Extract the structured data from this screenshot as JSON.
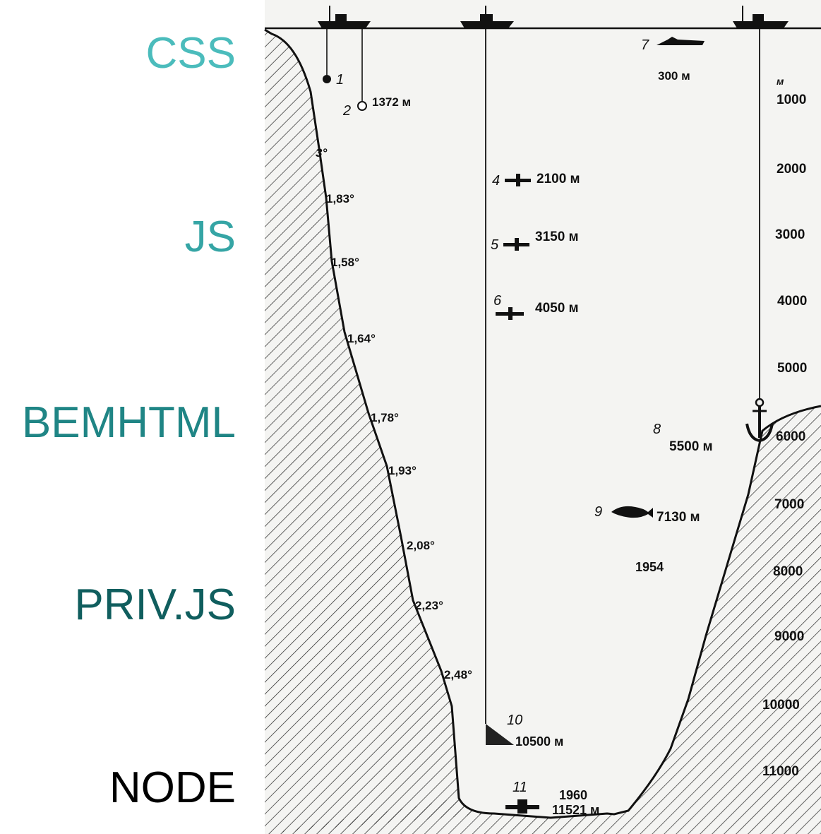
{
  "layers": [
    {
      "label": "CSS",
      "color": "#4bbcbc"
    },
    {
      "label": "JS",
      "color": "#35a5a5"
    },
    {
      "label": "BEMHTML",
      "color": "#1f8585"
    },
    {
      "label": "PRIV.JS",
      "color": "#105e5e"
    },
    {
      "label": "NODE",
      "color": "#000000"
    }
  ],
  "diagram": {
    "depth_unit": "м",
    "depth_scale": [
      "1000",
      "2000",
      "3000",
      "4000",
      "5000",
      "6000",
      "7000",
      "8000",
      "9000",
      "10000",
      "11000"
    ],
    "slope_angles": [
      "3°",
      "1,83°",
      "1,58°",
      "1,64°",
      "1,78°",
      "1,93°",
      "2,08°",
      "2,23°",
      "2,48°"
    ],
    "markers": [
      {
        "num": "1",
        "depth": ""
      },
      {
        "num": "2",
        "depth": "1372 м"
      },
      {
        "num": "4",
        "depth": "2100 м"
      },
      {
        "num": "5",
        "depth": "3150 м"
      },
      {
        "num": "6",
        "depth": "4050 м"
      },
      {
        "num": "7",
        "depth": "300 м"
      },
      {
        "num": "8",
        "depth": "5500 м"
      },
      {
        "num": "9",
        "depth": "7130 м"
      },
      {
        "num": "10",
        "depth": "10500 м"
      },
      {
        "num": "11",
        "depth": "11521 м"
      }
    ],
    "year_1954": "1954",
    "year_1960": "1960"
  }
}
